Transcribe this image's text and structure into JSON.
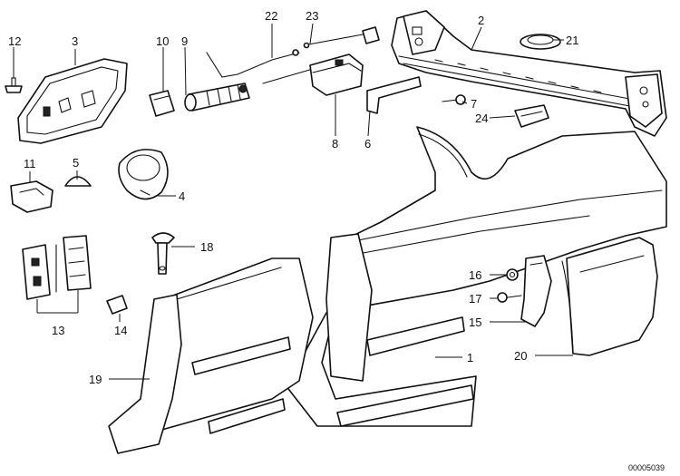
{
  "diagram": {
    "callouts": {
      "c1": "1",
      "c2": "2",
      "c3": "3",
      "c4": "4",
      "c5": "5",
      "c6": "6",
      "c7": "7",
      "c8": "8",
      "c9": "9",
      "c10": "10",
      "c11": "11",
      "c12": "12",
      "c13": "13",
      "c14": "14",
      "c15": "15",
      "c16": "16",
      "c17": "17",
      "c18": "18",
      "c19": "19",
      "c20": "20",
      "c21": "21",
      "c22": "22",
      "c23": "23",
      "c24": "24"
    },
    "drawing_code": "00005039"
  }
}
